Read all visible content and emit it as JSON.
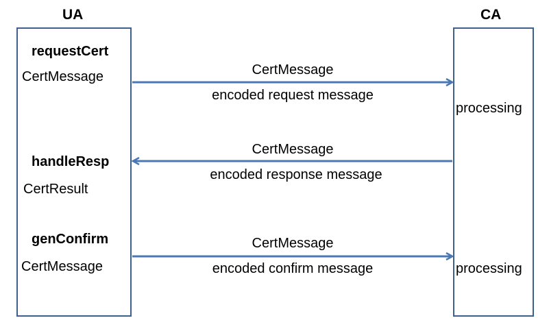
{
  "ua": {
    "title": "UA",
    "steps": [
      {
        "function": "requestCert",
        "value": "CertMessage"
      },
      {
        "function": "handleResp",
        "value": "CertResult"
      },
      {
        "function": "genConfirm",
        "value": "CertMessage"
      }
    ]
  },
  "ca": {
    "title": "CA",
    "notes": [
      "processing",
      "processing"
    ]
  },
  "messages": [
    {
      "type": "CertMessage",
      "description": "encoded request message",
      "direction": "UA → CA"
    },
    {
      "type": "CertMessage",
      "description": "encoded response message",
      "direction": "CA → UA"
    },
    {
      "type": "CertMessage",
      "description": "encoded confirm message",
      "direction": "UA → CA"
    }
  ],
  "colors": {
    "line": "#3c5f8c",
    "arrow": "#4a78b4"
  }
}
